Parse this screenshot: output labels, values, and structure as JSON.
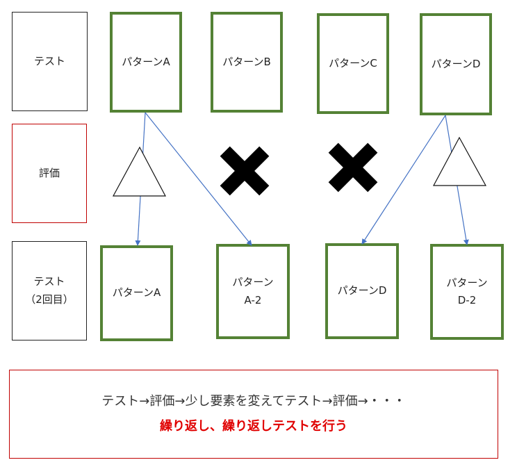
{
  "row_labels": {
    "test": "テスト",
    "evaluation": "評価",
    "retest_line1": "テスト",
    "retest_line2": "（2回目）"
  },
  "first_round": [
    {
      "label": "パターンA",
      "evaluation": "triangle"
    },
    {
      "label": "パターンB",
      "evaluation": "cross"
    },
    {
      "label": "パターンC",
      "evaluation": "cross"
    },
    {
      "label": "パターンD",
      "evaluation": "triangle"
    }
  ],
  "second_round": [
    {
      "line1": "パターンA",
      "line2": "",
      "from": "パターンA"
    },
    {
      "line1": "パターン",
      "line2": "A-2",
      "from": "パターンA"
    },
    {
      "line1": "パターンD",
      "line2": "",
      "from": "パターンD"
    },
    {
      "line1": "パターン",
      "line2": "D-2",
      "from": "パターンD"
    }
  ],
  "note": {
    "line1": "テスト→評価→少し要素を変えてテスト→評価→・・・",
    "line2": "繰り返し、繰り返しテストを行う"
  },
  "colors": {
    "pattern_border": "#548235",
    "eval_border": "#c00000",
    "arrow": "#4472c4",
    "emphasis_text": "#e00000"
  }
}
